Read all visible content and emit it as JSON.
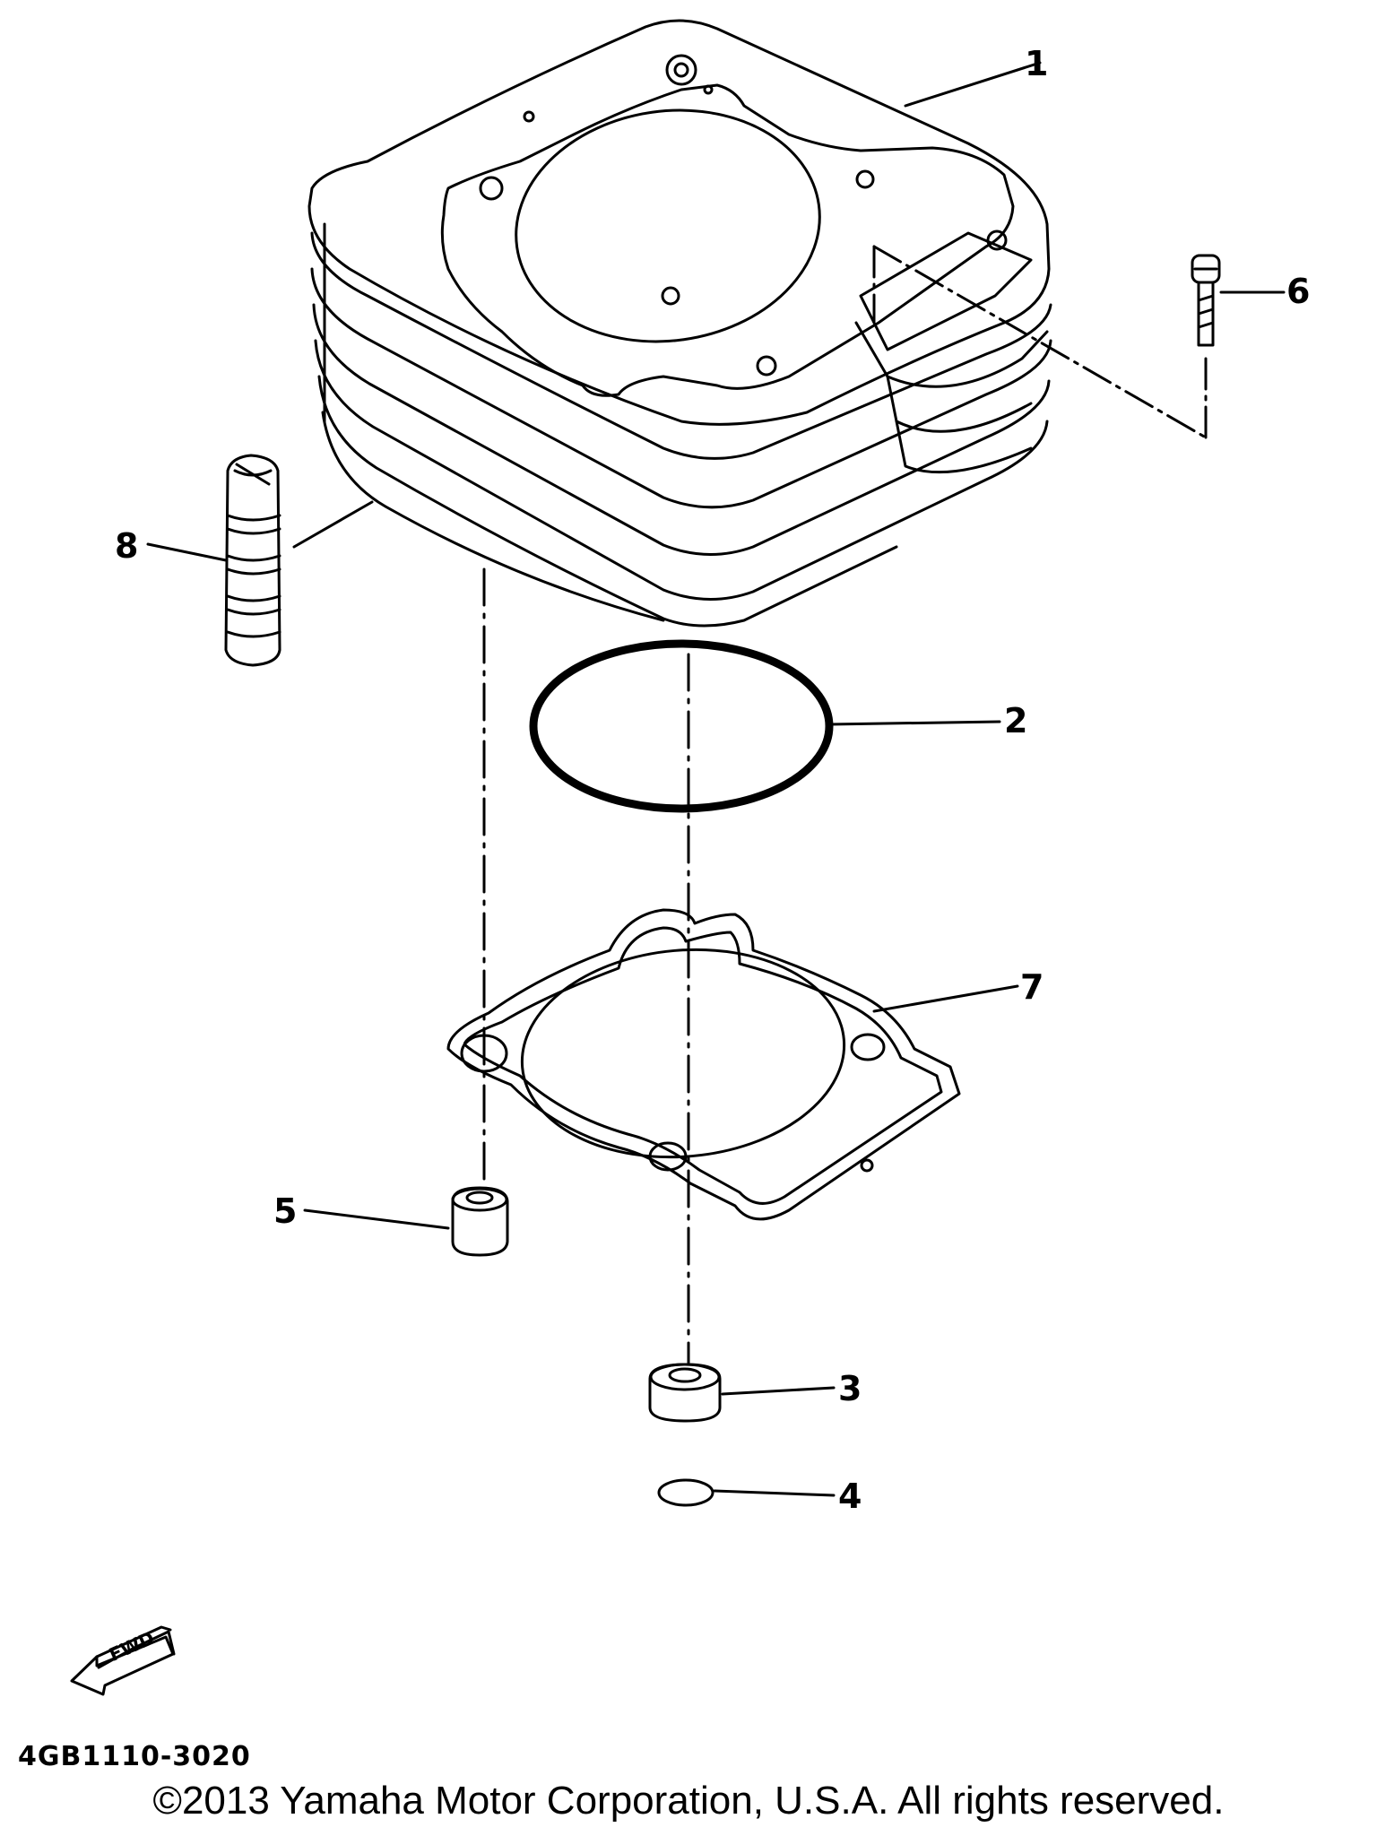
{
  "callouts": [
    {
      "id": "1",
      "text": "1"
    },
    {
      "id": "2",
      "text": "2"
    },
    {
      "id": "3",
      "text": "3"
    },
    {
      "id": "4",
      "text": "4"
    },
    {
      "id": "5",
      "text": "5"
    },
    {
      "id": "6",
      "text": "6"
    },
    {
      "id": "7",
      "text": "7"
    },
    {
      "id": "8",
      "text": "8"
    }
  ],
  "fwd_arrow": {
    "label": "FWD",
    "icon": "fwd-arrow-icon"
  },
  "diagram_code": "4GB1110-3020",
  "copyright": "©2013 Yamaha Motor Corporation, U.S.A. All rights reserved.",
  "colors": {
    "ink": "#000000",
    "background": "#ffffff"
  }
}
